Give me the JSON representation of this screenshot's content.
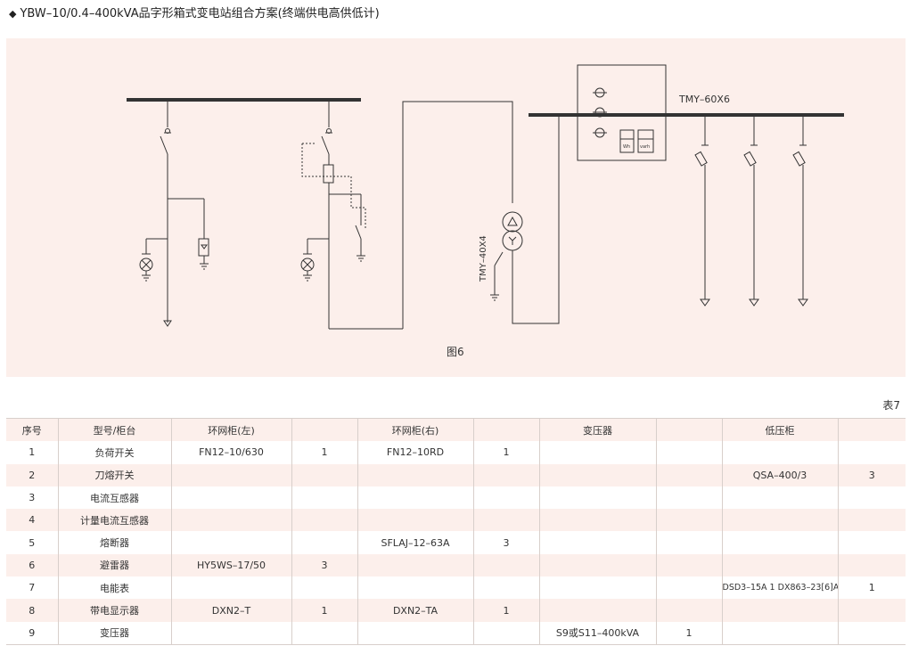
{
  "title": "YBW–10/0.4–400kVA品字形箱式变电站组合方案(终端供电高供低计)",
  "title_bullet": "◆",
  "diagram": {
    "figure_label": "图6",
    "busbar_label": "TMY–60X6",
    "transformer_label": "TMY–40X4",
    "meter_labels": [
      "Wh",
      "varh"
    ]
  },
  "table_label": "表7",
  "table": {
    "headers": [
      "序号",
      "型号/柜台",
      "环网柜(左)",
      "",
      "环网柜(右)",
      "",
      "变压器",
      "",
      "低压柜",
      ""
    ],
    "rows": [
      [
        "1",
        "负荷开关",
        "FN12–10/630",
        "1",
        "FN12–10RD",
        "1",
        "",
        "",
        "",
        ""
      ],
      [
        "2",
        "刀熔开关",
        "",
        "",
        "",
        "",
        "",
        "",
        "QSA–400/3",
        "3"
      ],
      [
        "3",
        "电流互感器",
        "",
        "",
        "",
        "",
        "",
        "",
        "",
        ""
      ],
      [
        "4",
        "计量电流互感器",
        "",
        "",
        "",
        "",
        "",
        "",
        "",
        ""
      ],
      [
        "5",
        "熔断器",
        "",
        "",
        "SFLAJ–12–63A",
        "3",
        "",
        "",
        "",
        ""
      ],
      [
        "6",
        "避雷器",
        "HY5WS–17/50",
        "3",
        "",
        "",
        "",
        "",
        "",
        ""
      ],
      [
        "7",
        "电能表",
        "",
        "",
        "",
        "",
        "",
        "",
        "DSD3–15A 1 DX863–23[6]A",
        "1"
      ],
      [
        "8",
        "带电显示器",
        "DXN2–T",
        "1",
        "DXN2–TA",
        "1",
        "",
        "",
        "",
        ""
      ],
      [
        "9",
        "变压器",
        "",
        "",
        "",
        "",
        "S9或S11–400kVA",
        "1",
        "",
        ""
      ]
    ]
  }
}
